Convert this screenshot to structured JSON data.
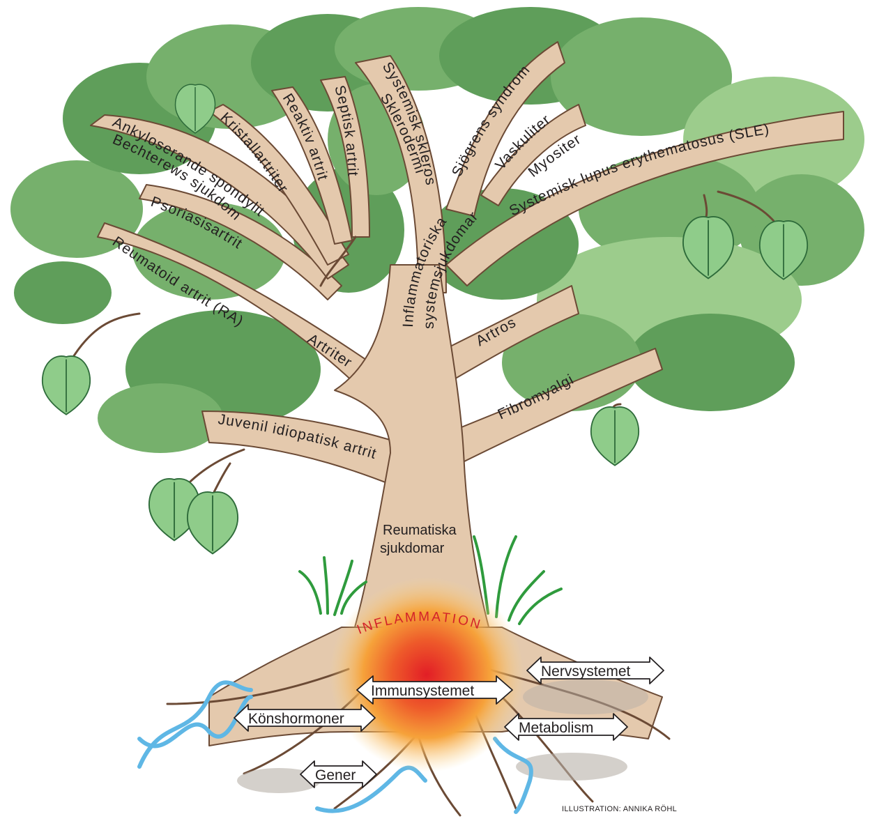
{
  "trunk": {
    "label_line1": "Reumatiska",
    "label_line2": "sjukdomar"
  },
  "branches": {
    "artriter": "Artriter",
    "ra": "Reumatoid artrit (RA)",
    "psoriasis": "Psoriasisartrit",
    "ankylos": "Ankyloserande spondylit",
    "bechterew": "Bechterews sjukdom",
    "kristall": "Kristallartriter",
    "reaktiv": "Reaktiv artrit",
    "septisk": "Septisk artrit",
    "inflam_line1": "Inflammatoriska",
    "inflam_line2": "systemsjukdomar",
    "skleros": "Systemisk skleros",
    "sklerodermi": "Sklerodermi",
    "sjogren": "Sjögrens syndrom",
    "vaskuliter": "Vaskuliter",
    "myositer": "Myositer",
    "sle": "Systemisk lupus erythematosus (SLE)",
    "artros": "Artros",
    "fibromyalgi": "Fibromyalgi",
    "jia": "Juvenil idiopatisk artrit"
  },
  "roots": {
    "inflammation": "INFLAMMATION",
    "immunsystemet": "Immunsystemet",
    "nervsystemet": "Nervsystemet",
    "konshormoner": "Könshormoner",
    "metabolism": "Metabolism",
    "gener": "Gener"
  },
  "credit": "ILLUSTRATION: ANNIKA RÖHL",
  "colors": {
    "foliage_dark": "#5f9e5a",
    "foliage_mid": "#76b06c",
    "foliage_light": "#9ccc8c",
    "bark": "#e4c9ad",
    "bark_outline": "#6b4a35",
    "leaf": "#8fcc8a",
    "dna": "#5fb7e5",
    "inflammation_red": "#d3222a",
    "glow_orange": "#f7a93b"
  }
}
